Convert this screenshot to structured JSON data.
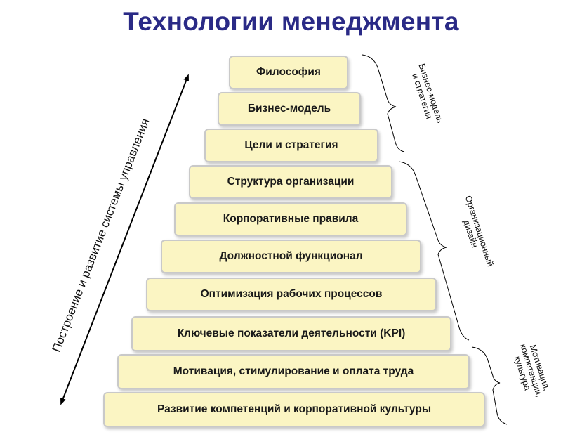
{
  "title": "Технологии менеджмента",
  "axis_label": "Построение и развитие системы управления",
  "levels": [
    "Философия",
    "Бизнес-модель",
    "Цели и стратегия",
    "Структура организации",
    "Корпоративные правила",
    "Должностной функционал",
    "Оптимизация рабочих процессов",
    "Ключевые показатели деятельности (KPI)",
    "Мотивация, стимулирование и оплата труда",
    "Развитие компетенций и корпоративной культуры"
  ],
  "groups": [
    {
      "label_line1": "Бизнес-модель",
      "label_line2": "и стратегия"
    },
    {
      "label_line1": "Организационный",
      "label_line2": "дизайн"
    },
    {
      "label_line1": "Мотивация,",
      "label_line2": "компетенции,",
      "label_line3": "культура"
    }
  ],
  "colors": {
    "title": "#2a2a86",
    "step_fill": "#fbf5c3",
    "step_border": "#c9c9c9"
  }
}
